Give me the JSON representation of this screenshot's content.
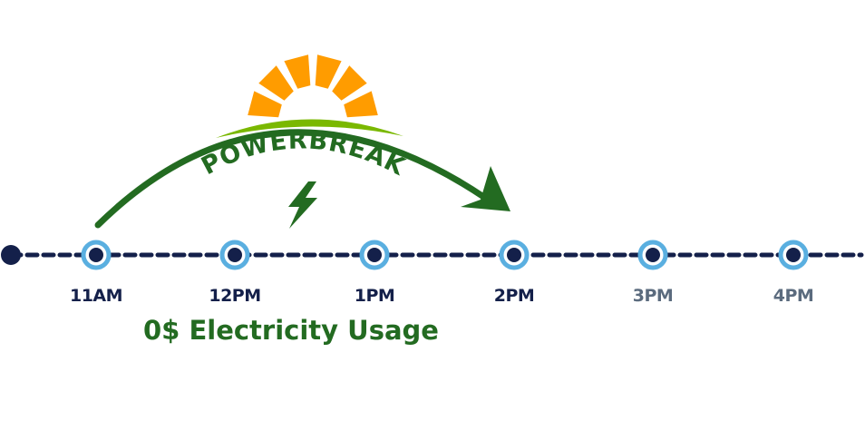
{
  "brand": "POWERBREAK",
  "usage_text": "0$ Electricity Usage",
  "timeline": [
    {
      "label": "11AM",
      "active": true
    },
    {
      "label": "12PM",
      "active": true
    },
    {
      "label": "1PM",
      "active": true
    },
    {
      "label": "2PM",
      "active": true
    },
    {
      "label": "3PM",
      "active": false
    },
    {
      "label": "4PM",
      "active": false
    }
  ],
  "colors": {
    "navy": "#14204a",
    "ring": "#5aafe0",
    "green": "#236b21",
    "lime": "#7ab800",
    "sun": "#ff9c00",
    "inactive_label": "#5b6b7e"
  },
  "icons": [
    "sun-icon",
    "lightning-bolt-icon",
    "arrow-icon"
  ]
}
